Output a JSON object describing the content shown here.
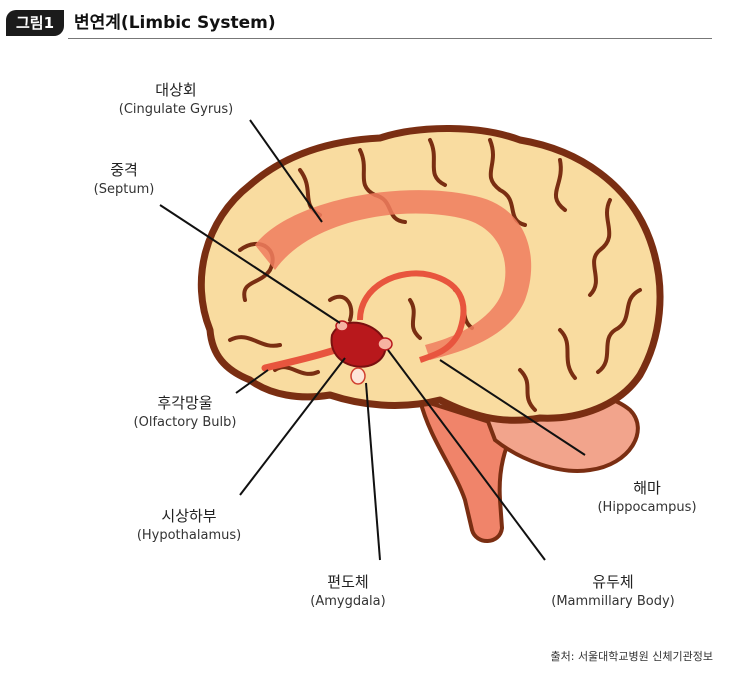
{
  "header": {
    "badge": "그림1",
    "title": "변연계(Limbic System)"
  },
  "labels": {
    "cingulate": {
      "ko": "대상회",
      "en": "(Cingulate Gyrus)"
    },
    "septum": {
      "ko": "중격",
      "en": "(Septum)"
    },
    "olfactory": {
      "ko": "후각망울",
      "en": "(Olfactory Bulb)"
    },
    "hypothalamus": {
      "ko": "시상하부",
      "en": "(Hypothalamus)"
    },
    "amygdala": {
      "ko": "편도체",
      "en": "(Amygdala)"
    },
    "mammillary": {
      "ko": "유두체",
      "en": "(Mammillary Body)"
    },
    "hippocampus": {
      "ko": "해마",
      "en": "(Hippocampus)"
    }
  },
  "source": "출처: 서울대학교병원 신체기관정보",
  "colors": {
    "brain_fill": "#f9dca0",
    "brain_outline": "#7a2e12",
    "limbic": "#f07c5e",
    "core": "#b8181c",
    "cerebellum": "#f2a48c",
    "stem": "#f0846a"
  }
}
